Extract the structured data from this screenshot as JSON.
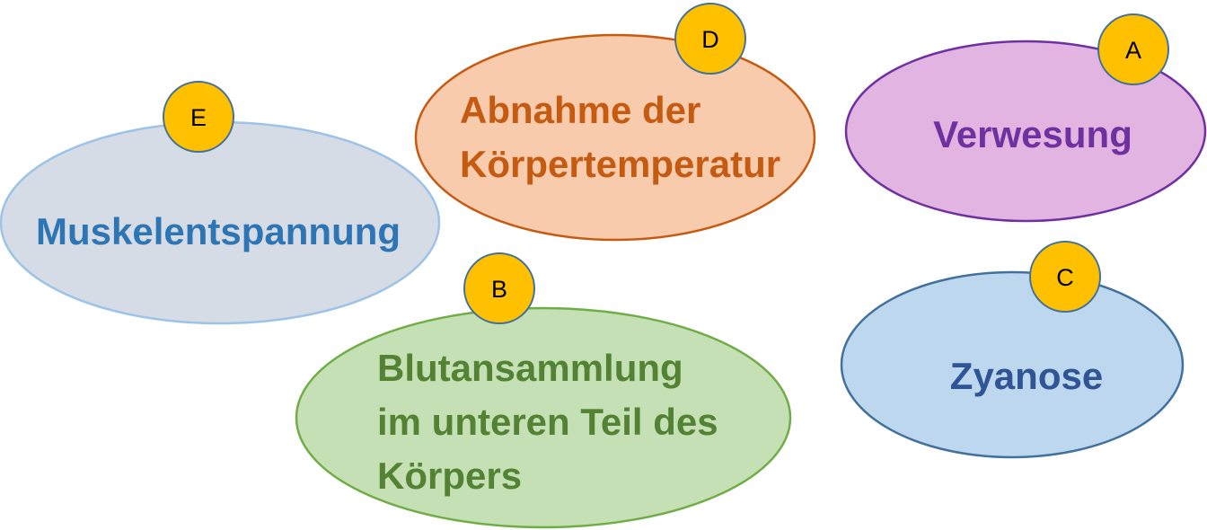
{
  "items": [
    {
      "letter": "E",
      "lines": [
        "Muskelentspannung"
      ],
      "fill": "#d6dce5",
      "stroke": "#9dc3e6",
      "text_color": "#2e75b6"
    },
    {
      "letter": "D",
      "lines": [
        "Abnahme der",
        "Körpertemperatur"
      ],
      "fill": "#f8cbad",
      "stroke": "#c55a11",
      "text_color": "#c55a11"
    },
    {
      "letter": "A",
      "lines": [
        "Verwesung"
      ],
      "fill": "#e1b4e2",
      "stroke": "#7030a0",
      "text_color": "#7030a0"
    },
    {
      "letter": "B",
      "lines": [
        "Blutansammlung",
        "im unteren Teil des",
        "Körpers"
      ],
      "fill": "#c5e0b4",
      "stroke": "#70ad47",
      "text_color": "#548235"
    },
    {
      "letter": "C",
      "lines": [
        "Zyanose"
      ],
      "fill": "#bdd7ee",
      "stroke": "#41719c",
      "text_color": "#2f5597"
    }
  ],
  "badge_color": "#ffc000",
  "badge_stroke": "#41719c"
}
